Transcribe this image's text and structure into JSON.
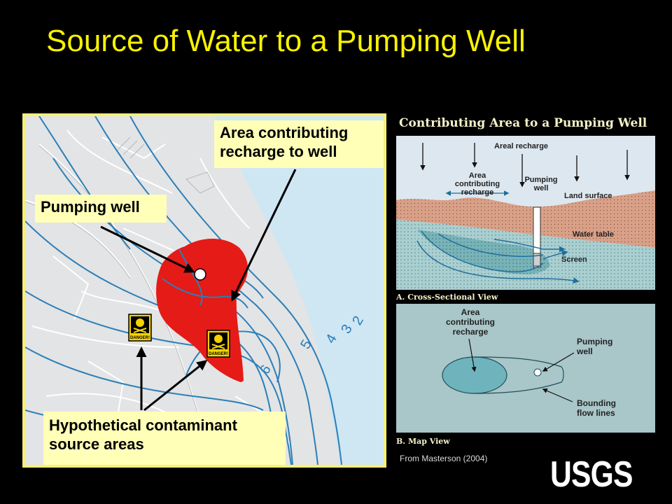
{
  "slide": {
    "title": "Source of Water to a Pumping Well",
    "credit": "From  Masterson (2004)",
    "logo": "USGS"
  },
  "map": {
    "callouts": {
      "area": "Area contributing recharge to well",
      "area_line1": "Area contributing",
      "area_line2": "recharge to well",
      "well": "Pumping well",
      "sources_line1": "Hypothetical contaminant",
      "sources_line2": "source areas"
    },
    "contour_labels": [
      "2",
      "3",
      "4",
      "5",
      "6"
    ],
    "danger_label": "DANGER!",
    "colors": {
      "contributing_area": "#e41b17",
      "contour": "#2b7fb8",
      "water": "#cfe6f3",
      "land": "#e3e4e5"
    }
  },
  "diagram": {
    "title": "Contributing Area to a Pumping Well",
    "cross_section": {
      "caption": "A. Cross-Sectional View",
      "areal_recharge": "Areal  recharge",
      "area_line1": "Area",
      "area_line2": "contributing",
      "area_line3": "recharge",
      "well_line1": "Pumping",
      "well_line2": "well",
      "land_surface": "Land  surface",
      "water_table": "Water  table",
      "screen": "Screen"
    },
    "map_view": {
      "caption": "B. Map View",
      "area_line1": "Area",
      "area_line2": "contributing",
      "area_line3": "recharge",
      "well_line1": "Pumping",
      "well_line2": "well",
      "bounding_line1": "Bounding",
      "bounding_line2": "flow  lines"
    }
  }
}
